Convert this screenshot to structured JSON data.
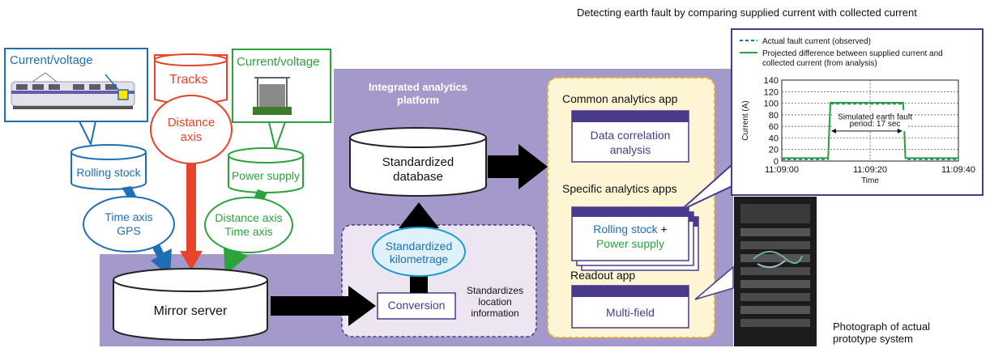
{
  "header": {
    "caption": "Detecting earth fault by comparing supplied current with collected current"
  },
  "sources": {
    "rolling_stock_callout": "Current/voltage",
    "tracks": "Tracks",
    "power_supply_callout": "Current/voltage",
    "distance_axis": [
      "Distance",
      "axis"
    ],
    "rolling_stock_db": "Rolling stock",
    "power_supply_db": "Power supply",
    "time_gps": [
      "Time axis",
      "GPS"
    ],
    "distance_time": [
      "Distance axis",
      "Time axis"
    ]
  },
  "mirror_server": "Mirror server",
  "platform": {
    "title": [
      "Integrated analytics",
      "platform"
    ],
    "database": [
      "Standardized",
      "database"
    ],
    "kilometrage": [
      "Standardized",
      "kilometrage"
    ],
    "conversion": "Conversion",
    "standardizes_note": [
      "Standardizes",
      "location",
      "information"
    ]
  },
  "apps": {
    "common_title": "Common analytics app",
    "common_card": [
      "Data correlation",
      "analysis"
    ],
    "specific_title": "Specific analytics apps",
    "specific_card_line1": "Rolling stock",
    "specific_card_plus": "+",
    "specific_card_line2": "Power supply",
    "readout_title": "Readout app",
    "readout_card": "Multi-field"
  },
  "photo_caption": [
    "Photograph of actual",
    "prototype system"
  ],
  "colors": {
    "blue": "#1f6fb5",
    "red": "#e8442a",
    "green": "#2aa33a",
    "purple": "#a39acb",
    "dark_purple": "#4a3a8c",
    "yellow": "#f3b12a"
  },
  "chart_data": {
    "type": "line",
    "legend": [
      "Actual fault current (observed)",
      [
        "Projected difference between supplied current and",
        "collected current (from analysis)"
      ]
    ],
    "ylabel": "Current (A)",
    "xlabel": "Time",
    "y_ticks": [
      "140",
      "120",
      "100",
      "80",
      "60",
      "40",
      "20",
      "0"
    ],
    "x_ticks": [
      "11:09:00",
      "11:09:20",
      "11:09:40"
    ],
    "ylim": [
      0,
      140
    ],
    "xlim_seconds": [
      0,
      40
    ],
    "annotation": [
      "Simulated earth fault",
      "period: 17 sec"
    ],
    "series": [
      {
        "name": "Actual fault current (observed)",
        "style": "dashed",
        "color": "#1f6fb5",
        "x": [
          0,
          10.5,
          11,
          27.5,
          28,
          40
        ],
        "y": [
          3,
          3,
          99,
          99,
          3,
          3
        ]
      },
      {
        "name": "Projected difference between supplied current and collected current (from analysis)",
        "style": "solid",
        "color": "#2aa33a",
        "x": [
          0,
          10.5,
          11,
          27.5,
          28,
          40
        ],
        "y": [
          5,
          5,
          101,
          101,
          5,
          5
        ]
      }
    ],
    "grid": true
  }
}
